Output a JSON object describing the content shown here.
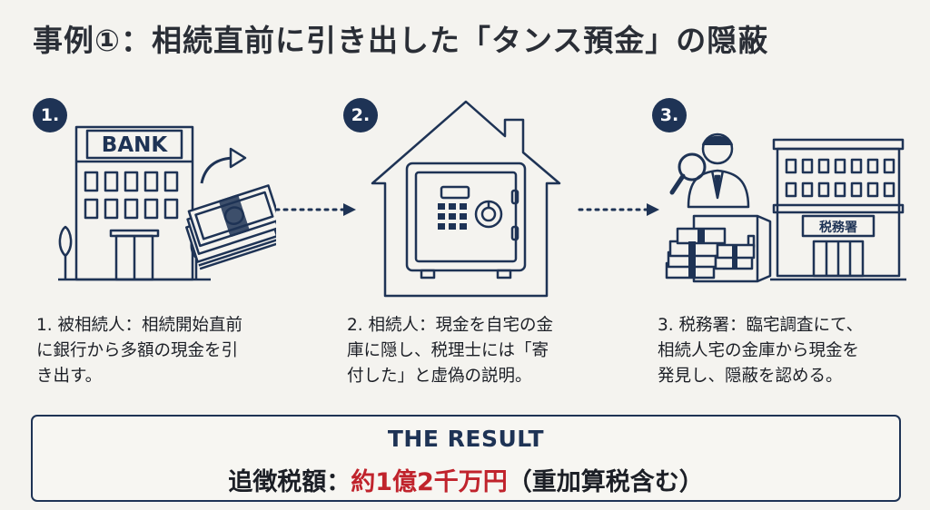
{
  "title": "事例①：相続直前に引き出した「タンス預金」の隠蔽",
  "colors": {
    "navy": "#1e3355",
    "red": "#c0232c"
  },
  "steps": [
    {
      "number": "1.",
      "icon": "bank-withdrawal-icon",
      "bank_sign": "BANK",
      "description": "1. 被相続人：相続開始直前\nに銀行から多額の現金を引\nき出す。"
    },
    {
      "number": "2.",
      "icon": "house-safe-icon",
      "description": "2. 相続人：現金を自宅の金\n庫に隠し、税理士には「寄\n付した」と虚偽の説明。"
    },
    {
      "number": "3.",
      "icon": "tax-office-investigation-icon",
      "office_sign": "税務署",
      "description": "3. 税務署：臨宅調査にて、\n相続人宅の金庫から現金を\n発見し、隠蔽を認める。"
    }
  ],
  "result": {
    "heading": "THE RESULT",
    "label": "追徴税額：",
    "amount": "約1億2千万円",
    "note": "（重加算税含む）"
  }
}
